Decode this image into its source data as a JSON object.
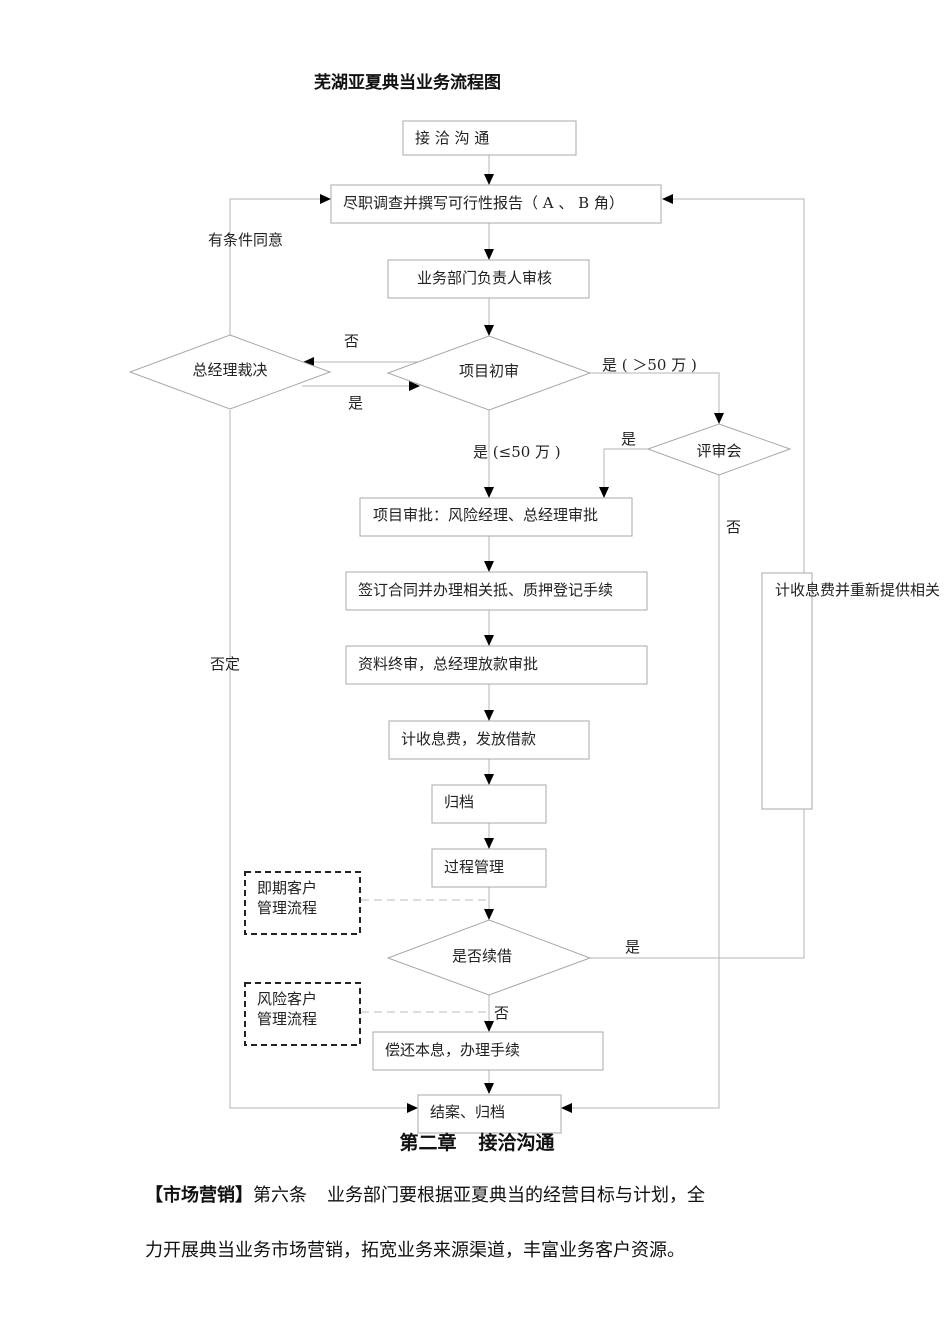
{
  "diagram": {
    "title": "芜湖亚夏典当业务流程图",
    "nodes": {
      "contact": "接 洽 沟 通",
      "due_diligence": "尽职调查并撰写可行性报告（ A 、 B 角）",
      "dept_review": "业务部门负责人审核",
      "initial_review": "项目初审",
      "gm_decision": "总经理裁决",
      "review_meeting": "评审会",
      "project_approval": "项目审批：风险经理、总经理审批",
      "sign_contract": "签订合同并办理相关抵、质押登记手续",
      "final_review": "资料终审，总经理放款审批",
      "disburse": "计收息费，发放借款",
      "archive": "归档",
      "process_mgmt": "过程管理",
      "renew_decision": "是否续借",
      "repay": "偿还本息，办理手续",
      "close_case": "结案、归档",
      "renew_box": "计收息费并重新提供相关",
      "due_client_flow_line1": "即期客户",
      "due_client_flow_line2": "管理流程",
      "risk_client_flow_line1": "风险客户",
      "risk_client_flow_line2": "管理流程"
    },
    "labels": {
      "conditional_agree": "有条件同意",
      "no_to_gm": "否",
      "yes_from_gm": "是",
      "yes_gt50": "是 ( ＞50 万 )",
      "yes_le50": "是 (≤50 万 )",
      "meeting_yes": "是",
      "meeting_no": "否",
      "gm_rejected": "否定",
      "renew_yes": "是",
      "renew_no": "否"
    }
  },
  "chapter": {
    "number": "第二章",
    "title": "接洽沟通"
  },
  "article": {
    "tag": "【市场营销】",
    "number": "第六条",
    "line1": "业务部门要根据亚夏典当的经营目标与计划，全",
    "line2": "力开展典当业务市场营销，拓宽业务来源渠道，丰富业务客户资源。"
  }
}
